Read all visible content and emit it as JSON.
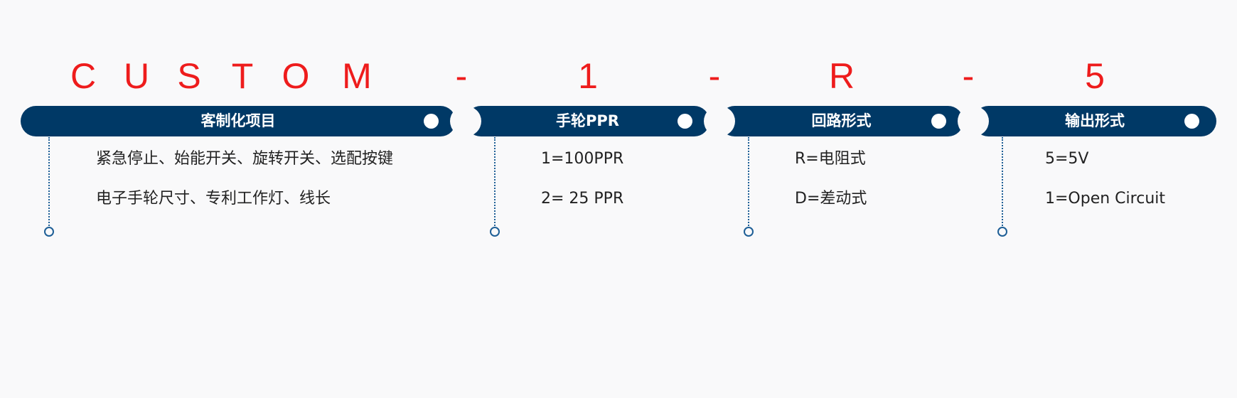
{
  "code": [
    "C",
    "U",
    "S",
    "T",
    "O",
    "M",
    "-",
    "1",
    "-",
    "R",
    "-",
    "5"
  ],
  "colors": {
    "code": "#ee1c1c",
    "bar": "#003966",
    "line": "#1e5f96"
  },
  "sections": [
    {
      "title": "客制化项目",
      "items": [
        "紧急停止、始能开关、旋转开关、选配按键",
        "电子手轮尺寸、专利工作灯、线长"
      ]
    },
    {
      "title": "手轮PPR",
      "items": [
        "1=100PPR",
        "2= 25 PPR"
      ]
    },
    {
      "title": "回路形式",
      "items": [
        "R=电阻式",
        "D=差动式"
      ]
    },
    {
      "title": "输出形式",
      "items": [
        "5=5V",
        "1=Open Circuit"
      ]
    }
  ]
}
